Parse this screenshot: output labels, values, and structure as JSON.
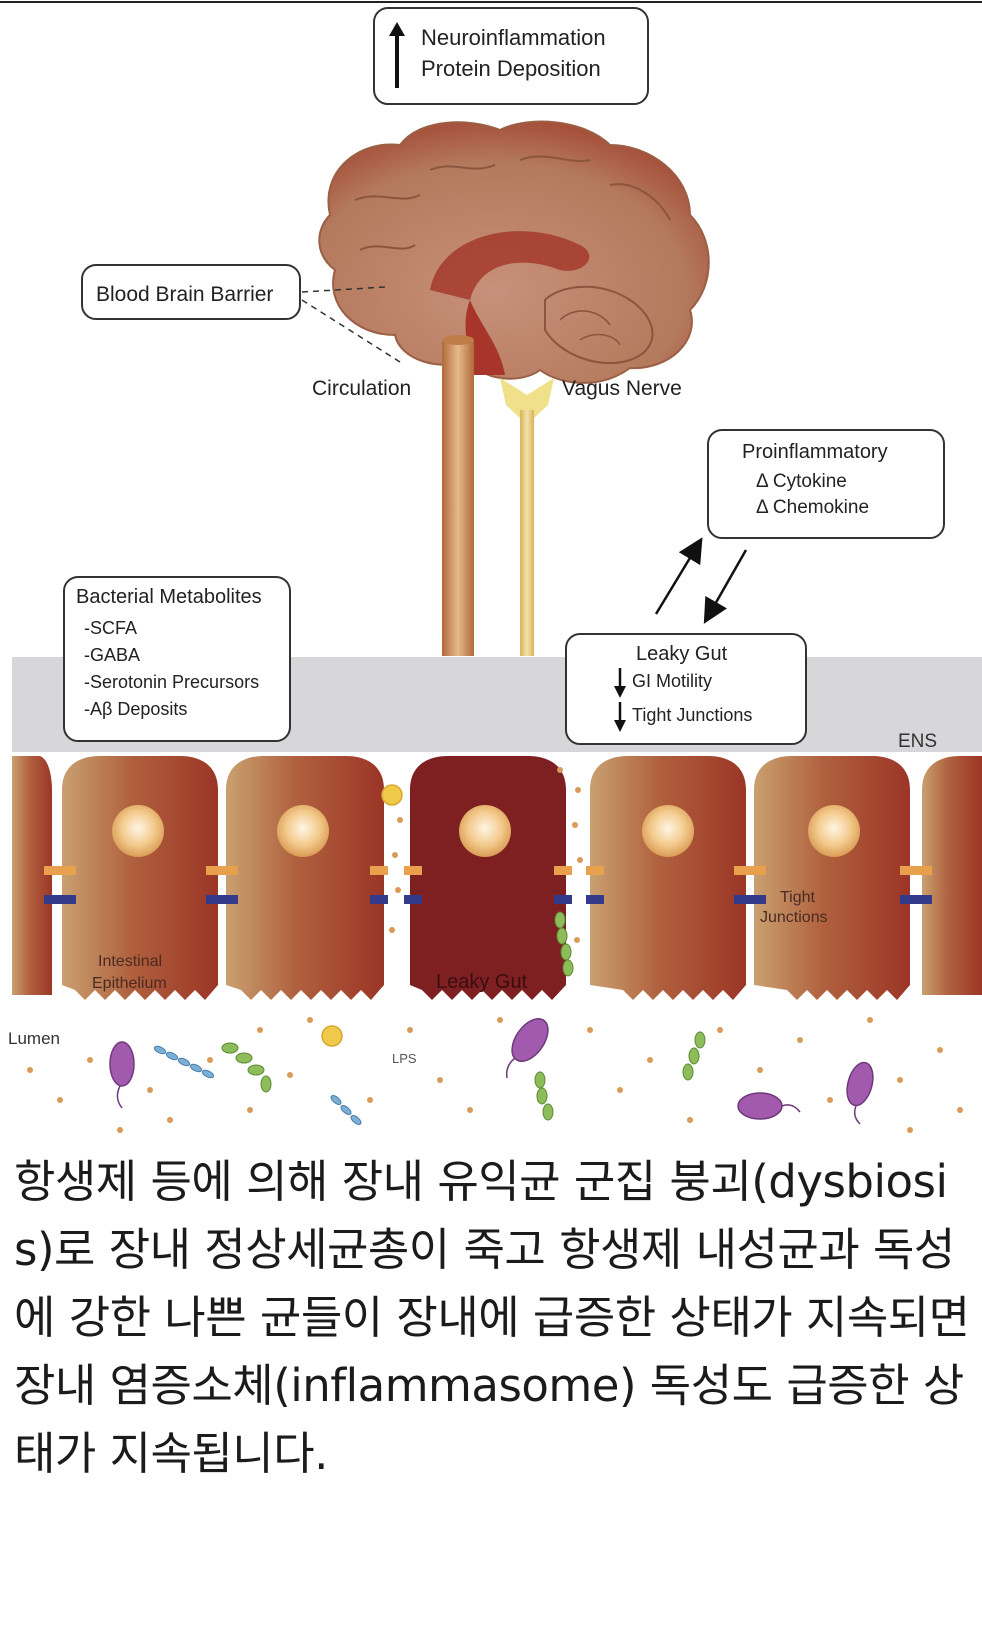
{
  "diagram": {
    "top_box": {
      "line1": "Neuroinflammation",
      "line2": "Protein Deposition"
    },
    "bbb_label": "Blood Brain Barrier",
    "circulation_label": "Circulation",
    "vagus_label": "Vagus Nerve",
    "proinflammatory": {
      "title": "Proinflammatory",
      "line1": "Δ Cytokine",
      "line2": "Δ Chemokine"
    },
    "bacterial_metabolites": {
      "title": "Bacterial Metabolites",
      "items": [
        "-SCFA",
        "-GABA",
        "-Serotonin Precursors",
        "-Aβ Deposits"
      ]
    },
    "leaky_gut_box": {
      "title": "Leaky Gut",
      "line1": "GI Motility",
      "line2": "Tight Junctions"
    },
    "ens_label": "ENS",
    "tight_junctions_label": {
      "line1": "Tight",
      "line2": "Junctions"
    },
    "intestinal_label": {
      "line1": "Intestinal",
      "line2": "Epithelium"
    },
    "leaky_gut_cell_label": "Leaky Gut",
    "lumen_label": "Lumen",
    "lps_label": "LPS",
    "colors": {
      "brain": "#b9805e",
      "brain_dark": "#a14a33",
      "ens_band": "#d7d6d9",
      "cell": "#a8432e",
      "cell_light": "#c89b6b",
      "leaky_cell": "#7e1f22",
      "junction_orange": "#e9a04c",
      "junction_blue": "#333a8a"
    }
  },
  "caption": "항생제 등에 의해 장내 유익균 군집 붕괴(dysbiosis)로 장내 정상세균총이 죽고 항생제 내성균과 독성에 강한 나쁜 균들이 장내에 급증한 상태가 지속되면 장내 염증소체(inflammasome) 독성도 급증한 상태가 지속됩니다."
}
